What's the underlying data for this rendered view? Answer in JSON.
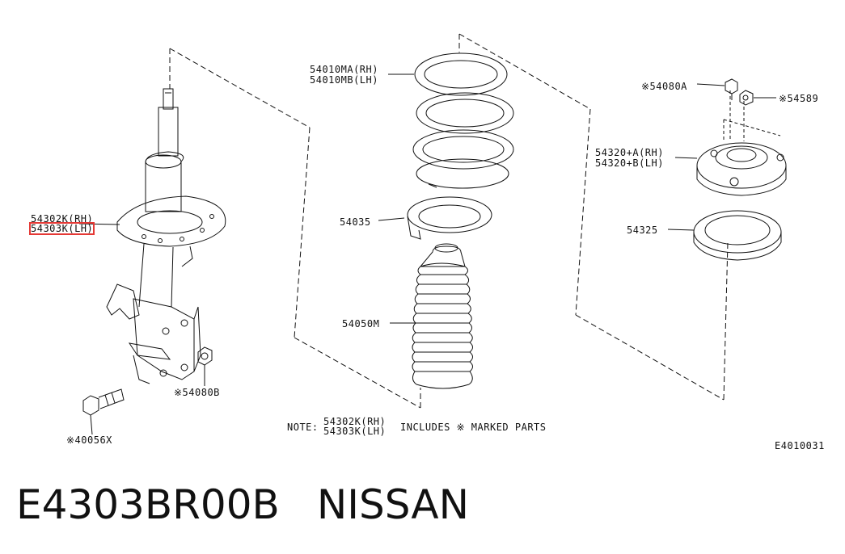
{
  "labels": {
    "strut_rh": "54302K(RH)",
    "strut_lh": "54303K(LH)",
    "spring_rh": "54010MA(RH)",
    "spring_lh": "54010MB(LH)",
    "seat": "54035",
    "bound_bumper": "54050M",
    "nut_54080a": "※54080A",
    "nut_54589": "※54589",
    "mount_rh": "54320+A(RH)",
    "mount_lh": "54320+B(LH)",
    "bearing": "54325",
    "nut_54080b": "※54080B",
    "bolt_40056x": "※40056X",
    "note_prefix": "NOTE:",
    "note_rh": "54302K(RH)",
    "note_lh": "54303K(LH)",
    "note_suffix": "INCLUDES ※ MARKED PARTS",
    "diagram_code": "E4010031"
  },
  "footer": {
    "part_number": "E4303BR00B",
    "brand": "NISSAN"
  },
  "highlight_color": "#e53935"
}
